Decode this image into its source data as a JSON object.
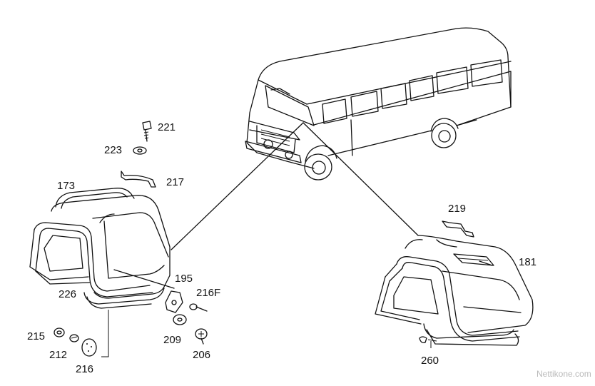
{
  "part_labels": {
    "p221": "221",
    "p223": "223",
    "p217": "217",
    "p173": "173",
    "p195": "195",
    "p216F": "216F",
    "p226": "226",
    "p215": "215",
    "p209": "209",
    "p212": "212",
    "p206": "206",
    "p216": "216",
    "p219": "219",
    "p181": "181",
    "p260": "260"
  },
  "watermark": "Nettikone.com",
  "colors": {
    "ink": "#111111",
    "background": "#ffffff",
    "watermark": "#b9b9b9"
  }
}
